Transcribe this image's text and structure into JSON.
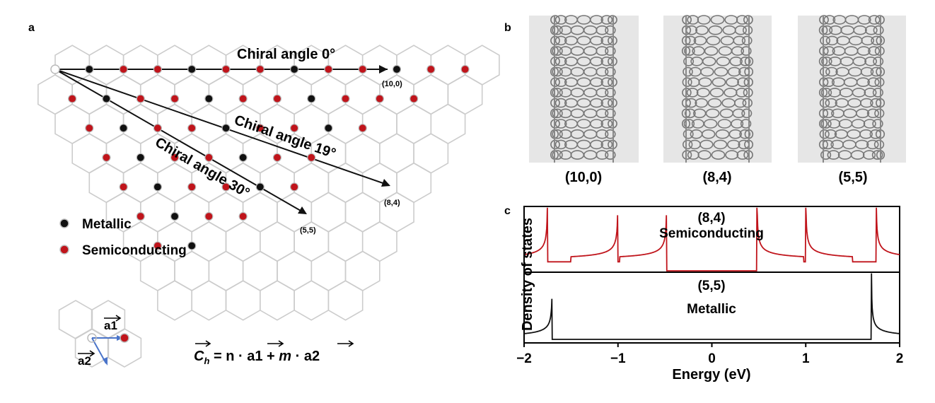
{
  "panels": {
    "a": "a",
    "b": "b",
    "c": "c"
  },
  "lattice": {
    "chiral_labels": [
      "Chiral angle 0°",
      "Chiral angle 19°",
      "Chiral angle 30°"
    ],
    "end_points": [
      "(10,0)",
      "(8,4)",
      "(5,5)"
    ],
    "legend": {
      "metallic": "Metallic",
      "semiconducting": "Semiconducting"
    },
    "colors": {
      "metallic": "#111111",
      "semiconducting": "#c0141b",
      "hex": "#cccccc",
      "vector": "#4a74c9"
    },
    "metallic_points": [
      [
        1,
        0
      ],
      [
        4,
        0
      ],
      [
        7,
        0
      ],
      [
        10,
        0
      ],
      [
        2,
        1
      ],
      [
        5,
        1
      ],
      [
        8,
        1
      ],
      [
        3,
        2
      ],
      [
        6,
        2
      ],
      [
        9,
        2
      ],
      [
        4,
        3
      ],
      [
        7,
        3
      ],
      [
        5,
        4
      ],
      [
        8,
        4
      ],
      [
        6,
        5
      ],
      [
        7,
        6
      ]
    ],
    "semiconducting_points": [
      [
        0,
        0
      ],
      [
        2,
        0
      ],
      [
        3,
        0
      ],
      [
        5,
        0
      ],
      [
        6,
        0
      ],
      [
        8,
        0
      ],
      [
        9,
        0
      ],
      [
        11,
        0
      ],
      [
        12,
        0
      ],
      [
        1,
        1
      ],
      [
        3,
        1
      ],
      [
        4,
        1
      ],
      [
        6,
        1
      ],
      [
        7,
        1
      ],
      [
        9,
        1
      ],
      [
        10,
        1
      ],
      [
        11,
        1
      ],
      [
        2,
        2
      ],
      [
        4,
        2
      ],
      [
        5,
        2
      ],
      [
        7,
        2
      ],
      [
        8,
        2
      ],
      [
        10,
        2
      ],
      [
        3,
        3
      ],
      [
        5,
        3
      ],
      [
        6,
        3
      ],
      [
        8,
        3
      ],
      [
        9,
        3
      ],
      [
        4,
        4
      ],
      [
        6,
        4
      ],
      [
        7,
        4
      ],
      [
        9,
        4
      ],
      [
        5,
        5
      ],
      [
        7,
        5
      ],
      [
        8,
        5
      ],
      [
        6,
        6
      ]
    ]
  },
  "unit_cell": {
    "a1": "a1",
    "a2": "a2"
  },
  "formula": {
    "lhs": "C",
    "sub": "h",
    "rhs_1": " = n · ",
    "a1": "a1",
    "plus": " + ",
    "m": "m",
    "dot": " · ",
    "a2": "a2"
  },
  "tubes": [
    "(10,0)",
    "(8,4)",
    "(5,5)"
  ],
  "chart_data": {
    "type": "line",
    "xlabel": "Energy (eV)",
    "ylabel": "Density of states",
    "xlim": [
      -2,
      2
    ],
    "xticks": [
      "−2",
      "−1",
      "0",
      "1",
      "2"
    ],
    "series": [
      {
        "title": "(8,4)",
        "subtitle": "Semiconducting",
        "color": "#c0141b",
        "singularities": [
          -1.75,
          -1.0,
          -0.48,
          0.48,
          1.0,
          1.75
        ],
        "gap": [
          -0.48,
          0.48
        ]
      },
      {
        "title": "(5,5)",
        "subtitle": "Metallic",
        "color": "#111111",
        "singularities": [
          -1.7,
          1.7
        ],
        "gap": []
      }
    ]
  }
}
